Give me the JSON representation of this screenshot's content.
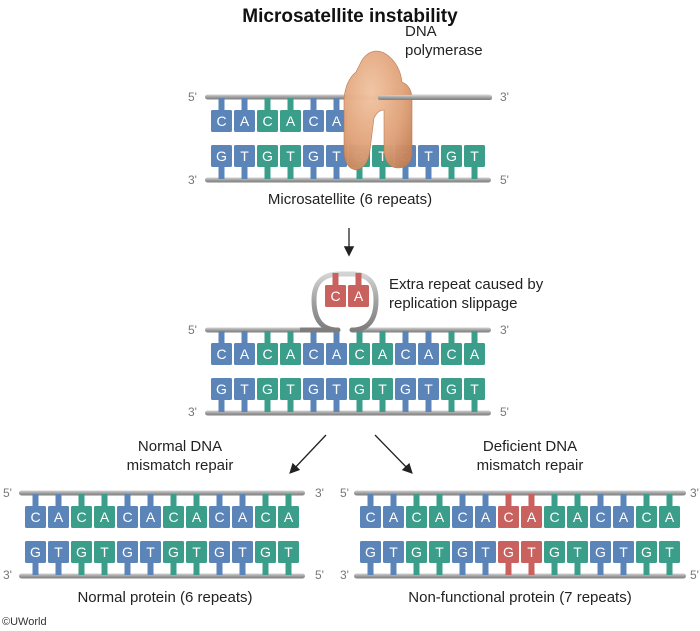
{
  "title": "Microsatellite instability",
  "colors": {
    "blue": "#5b85b8",
    "teal": "#3a9e8a",
    "red": "#c9625f",
    "backbone": "#a9a9a9",
    "polymerase": "#e0a37a"
  },
  "panels": {
    "top": {
      "caption": "Microsatellite (6 repeats)",
      "polymerase_label_line1": "DNA",
      "polymerase_label_line2": "polymerase",
      "strand_top": [
        "C",
        "A",
        "C",
        "A",
        "C",
        "A"
      ],
      "strand_top_colors": [
        "blue",
        "blue",
        "teal",
        "teal",
        "blue",
        "blue"
      ],
      "strand_bottom": [
        "G",
        "T",
        "G",
        "T",
        "G",
        "T",
        "G",
        "T",
        "G",
        "T",
        "G",
        "T"
      ],
      "strand_bottom_colors": [
        "blue",
        "blue",
        "teal",
        "teal",
        "blue",
        "blue",
        "teal",
        "teal",
        "blue",
        "blue",
        "teal",
        "teal"
      ],
      "ends": {
        "top_left": "5'",
        "top_right": "3'",
        "bottom_left": "3'",
        "bottom_right": "5'"
      }
    },
    "middle": {
      "loop_bases": [
        "C",
        "A"
      ],
      "loop_label_line1": "Extra repeat caused by",
      "loop_label_line2": "replication slippage",
      "strand_top": [
        "C",
        "A",
        "C",
        "A",
        "C",
        "A",
        "C",
        "A",
        "C",
        "A",
        "C",
        "A"
      ],
      "strand_top_colors": [
        "blue",
        "blue",
        "teal",
        "teal",
        "blue",
        "blue",
        "teal",
        "teal",
        "blue",
        "blue",
        "teal",
        "teal"
      ],
      "strand_bottom": [
        "G",
        "T",
        "G",
        "T",
        "G",
        "T",
        "G",
        "T",
        "G",
        "T",
        "G",
        "T"
      ],
      "strand_bottom_colors": [
        "blue",
        "blue",
        "teal",
        "teal",
        "blue",
        "blue",
        "teal",
        "teal",
        "blue",
        "blue",
        "teal",
        "teal"
      ],
      "ends": {
        "top_left": "5'",
        "top_right": "3'",
        "bottom_left": "3'",
        "bottom_right": "5'"
      }
    },
    "left": {
      "heading_line1": "Normal DNA",
      "heading_line2": "mismatch repair",
      "caption": "Normal protein (6 repeats)",
      "strand_top": [
        "C",
        "A",
        "C",
        "A",
        "C",
        "A",
        "C",
        "A",
        "C",
        "A",
        "C",
        "A"
      ],
      "strand_top_colors": [
        "blue",
        "blue",
        "teal",
        "teal",
        "blue",
        "blue",
        "teal",
        "teal",
        "blue",
        "blue",
        "teal",
        "teal"
      ],
      "strand_bottom": [
        "G",
        "T",
        "G",
        "T",
        "G",
        "T",
        "G",
        "T",
        "G",
        "T",
        "G",
        "T"
      ],
      "strand_bottom_colors": [
        "blue",
        "blue",
        "teal",
        "teal",
        "blue",
        "blue",
        "teal",
        "teal",
        "blue",
        "blue",
        "teal",
        "teal"
      ],
      "ends": {
        "top_left": "5'",
        "top_right": "3'",
        "bottom_left": "3'",
        "bottom_right": "5'"
      }
    },
    "right": {
      "heading_line1": "Deficient DNA",
      "heading_line2": "mismatch repair",
      "caption": "Non-functional protein (7 repeats)",
      "strand_top": [
        "C",
        "A",
        "C",
        "A",
        "C",
        "A",
        "C",
        "A",
        "C",
        "A",
        "C",
        "A",
        "C",
        "A"
      ],
      "strand_top_colors": [
        "blue",
        "blue",
        "teal",
        "teal",
        "blue",
        "blue",
        "red",
        "red",
        "teal",
        "teal",
        "blue",
        "blue",
        "teal",
        "teal"
      ],
      "strand_bottom": [
        "G",
        "T",
        "G",
        "T",
        "G",
        "T",
        "G",
        "T",
        "G",
        "T",
        "G",
        "T",
        "G",
        "T"
      ],
      "strand_bottom_colors": [
        "blue",
        "blue",
        "teal",
        "teal",
        "blue",
        "blue",
        "red",
        "red",
        "teal",
        "teal",
        "blue",
        "blue",
        "teal",
        "teal"
      ],
      "ends": {
        "top_left": "5'",
        "top_right": "3'",
        "bottom_left": "3'",
        "bottom_right": "5'"
      }
    }
  },
  "copyright": "©UWorld"
}
